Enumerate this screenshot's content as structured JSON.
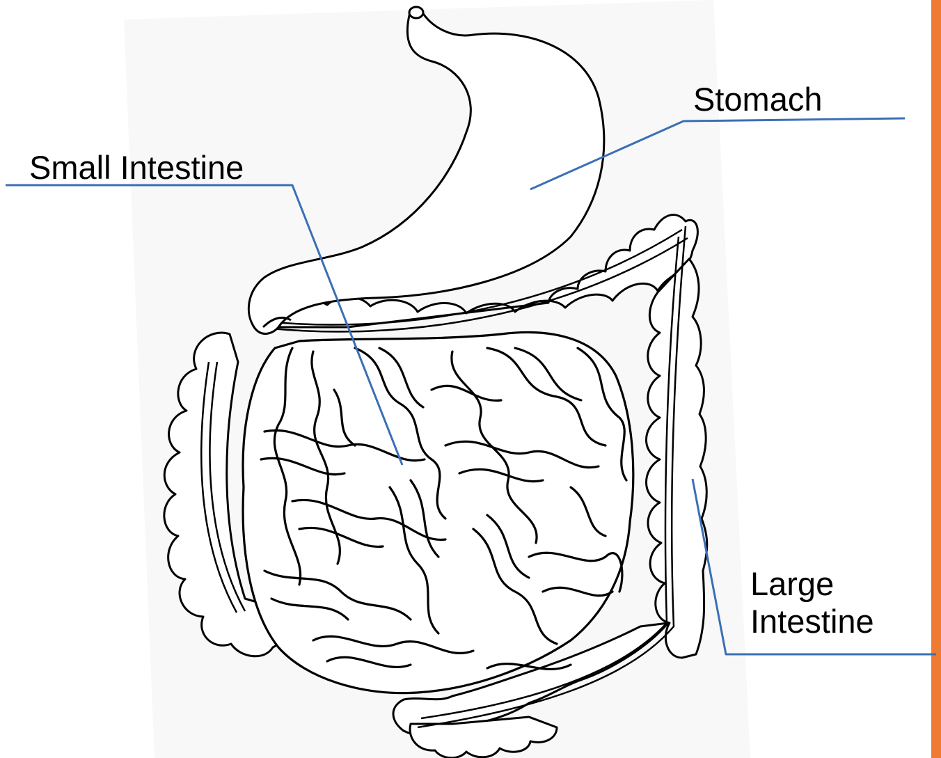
{
  "labels": {
    "stomach": "Stomach",
    "small_intestine": "Small Intestine",
    "large_intestine_line1": "Large",
    "large_intestine_line2": "Intestine"
  },
  "colors": {
    "leader_line": "#3a6fb5",
    "outline": "#000000",
    "border_bar": "#ef7b32",
    "background_panel": "#f8f8f8"
  },
  "icons": {
    "organ_illustration": "digestive-system-illustration"
  }
}
